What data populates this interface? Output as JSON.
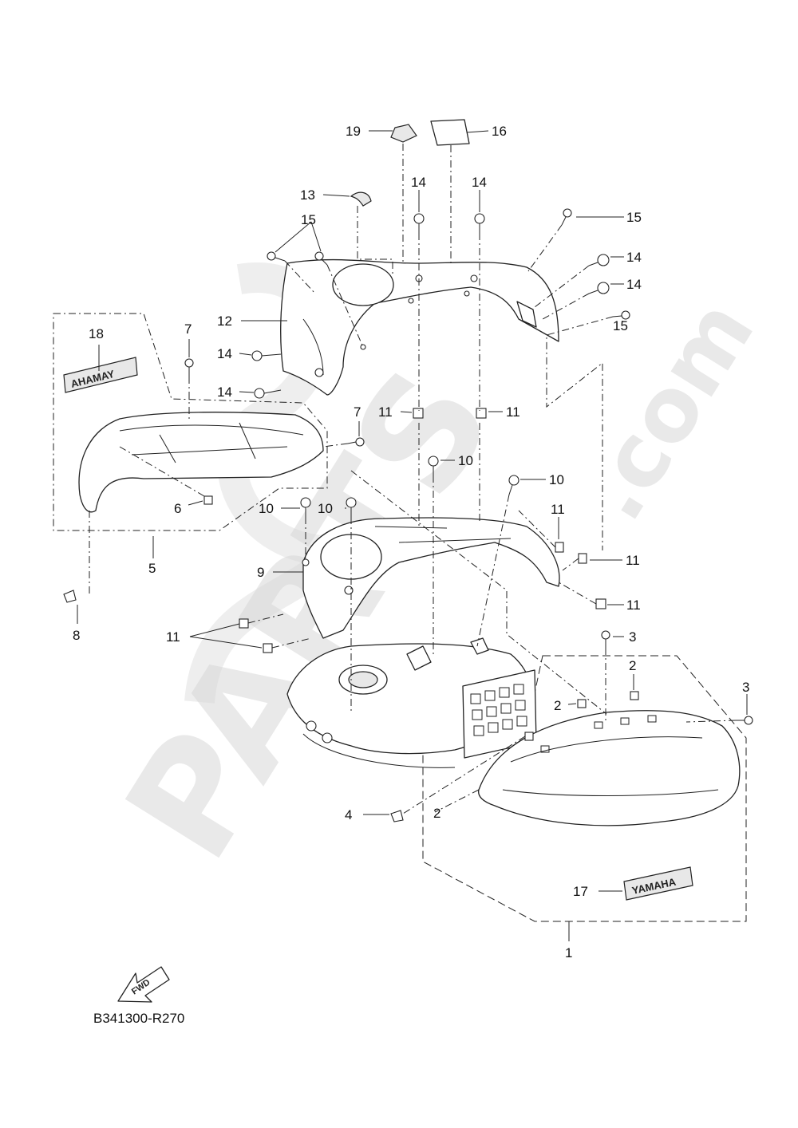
{
  "watermark": {
    "main": "PARTS",
    "suffix": ".com"
  },
  "callouts": {
    "c19": "19",
    "c16": "16",
    "c13": "13",
    "c14a": "14",
    "c14b": "14",
    "c14c": "14",
    "c14d": "14",
    "c14e": "14",
    "c14f": "14",
    "c15a": "15",
    "c15b": "15",
    "c15c": "15",
    "c12": "12",
    "c18": "18",
    "c7a": "7",
    "c7b": "7",
    "c11a": "11",
    "c11b": "11",
    "c11c": "11",
    "c11d": "11",
    "c11e": "11",
    "c11f": "11",
    "c10a": "10",
    "c10b": "10",
    "c10c": "10",
    "c10d": "10",
    "c6": "6",
    "c5": "5",
    "c9": "9",
    "c8": "8",
    "c3a": "3",
    "c3b": "3",
    "c2a": "2",
    "c2b": "2",
    "c2c": "2",
    "c4": "4",
    "c17": "17",
    "c1": "1"
  },
  "decals": {
    "right_emblem": "YAMAHA",
    "left_emblem": "AHAMAY"
  },
  "fwd_badge": "FWD",
  "diagram_code": "B341300-R270"
}
